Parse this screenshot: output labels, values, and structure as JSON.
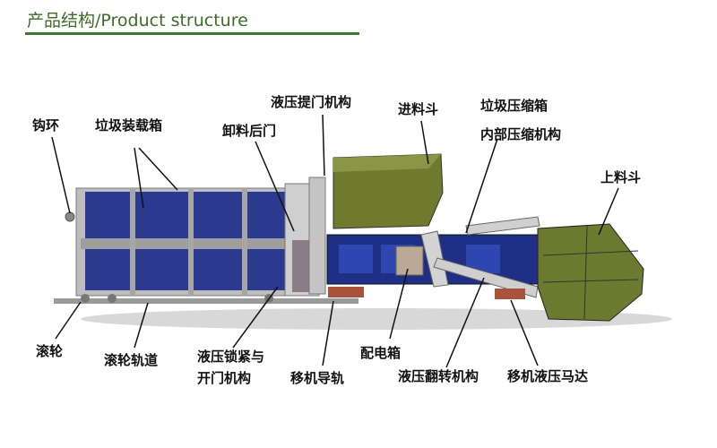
{
  "header": {
    "title": "产品结构/Product structure",
    "accent": "#3d7a2e"
  },
  "labels": {
    "hook_ring": "钩环",
    "loading_box": "垃圾装载箱",
    "rear_door": "卸料后门",
    "door_lift": "液压提门机构",
    "hopper": "进料斗",
    "compress_box": "垃圾压缩箱",
    "inner_compress": "内部压缩机构",
    "upper_bucket": "上料斗",
    "roller": "滚轮",
    "roller_track": "滚轮轨道",
    "lock_open_1": "液压锁紧与",
    "lock_open_2": "开门机构",
    "move_rail": "移机导轨",
    "dist_box": "配电箱",
    "flip": "液压翻转机构",
    "move_motor": "移机液压马达"
  },
  "colors": {
    "container_blue": "#2b3a8f",
    "frame_gray": "#b8b8b8",
    "hopper_olive": "#6f7a2f",
    "base_blue": "#1f2f86",
    "dist_box": "#b9a995",
    "motor_red": "#a9533d"
  }
}
